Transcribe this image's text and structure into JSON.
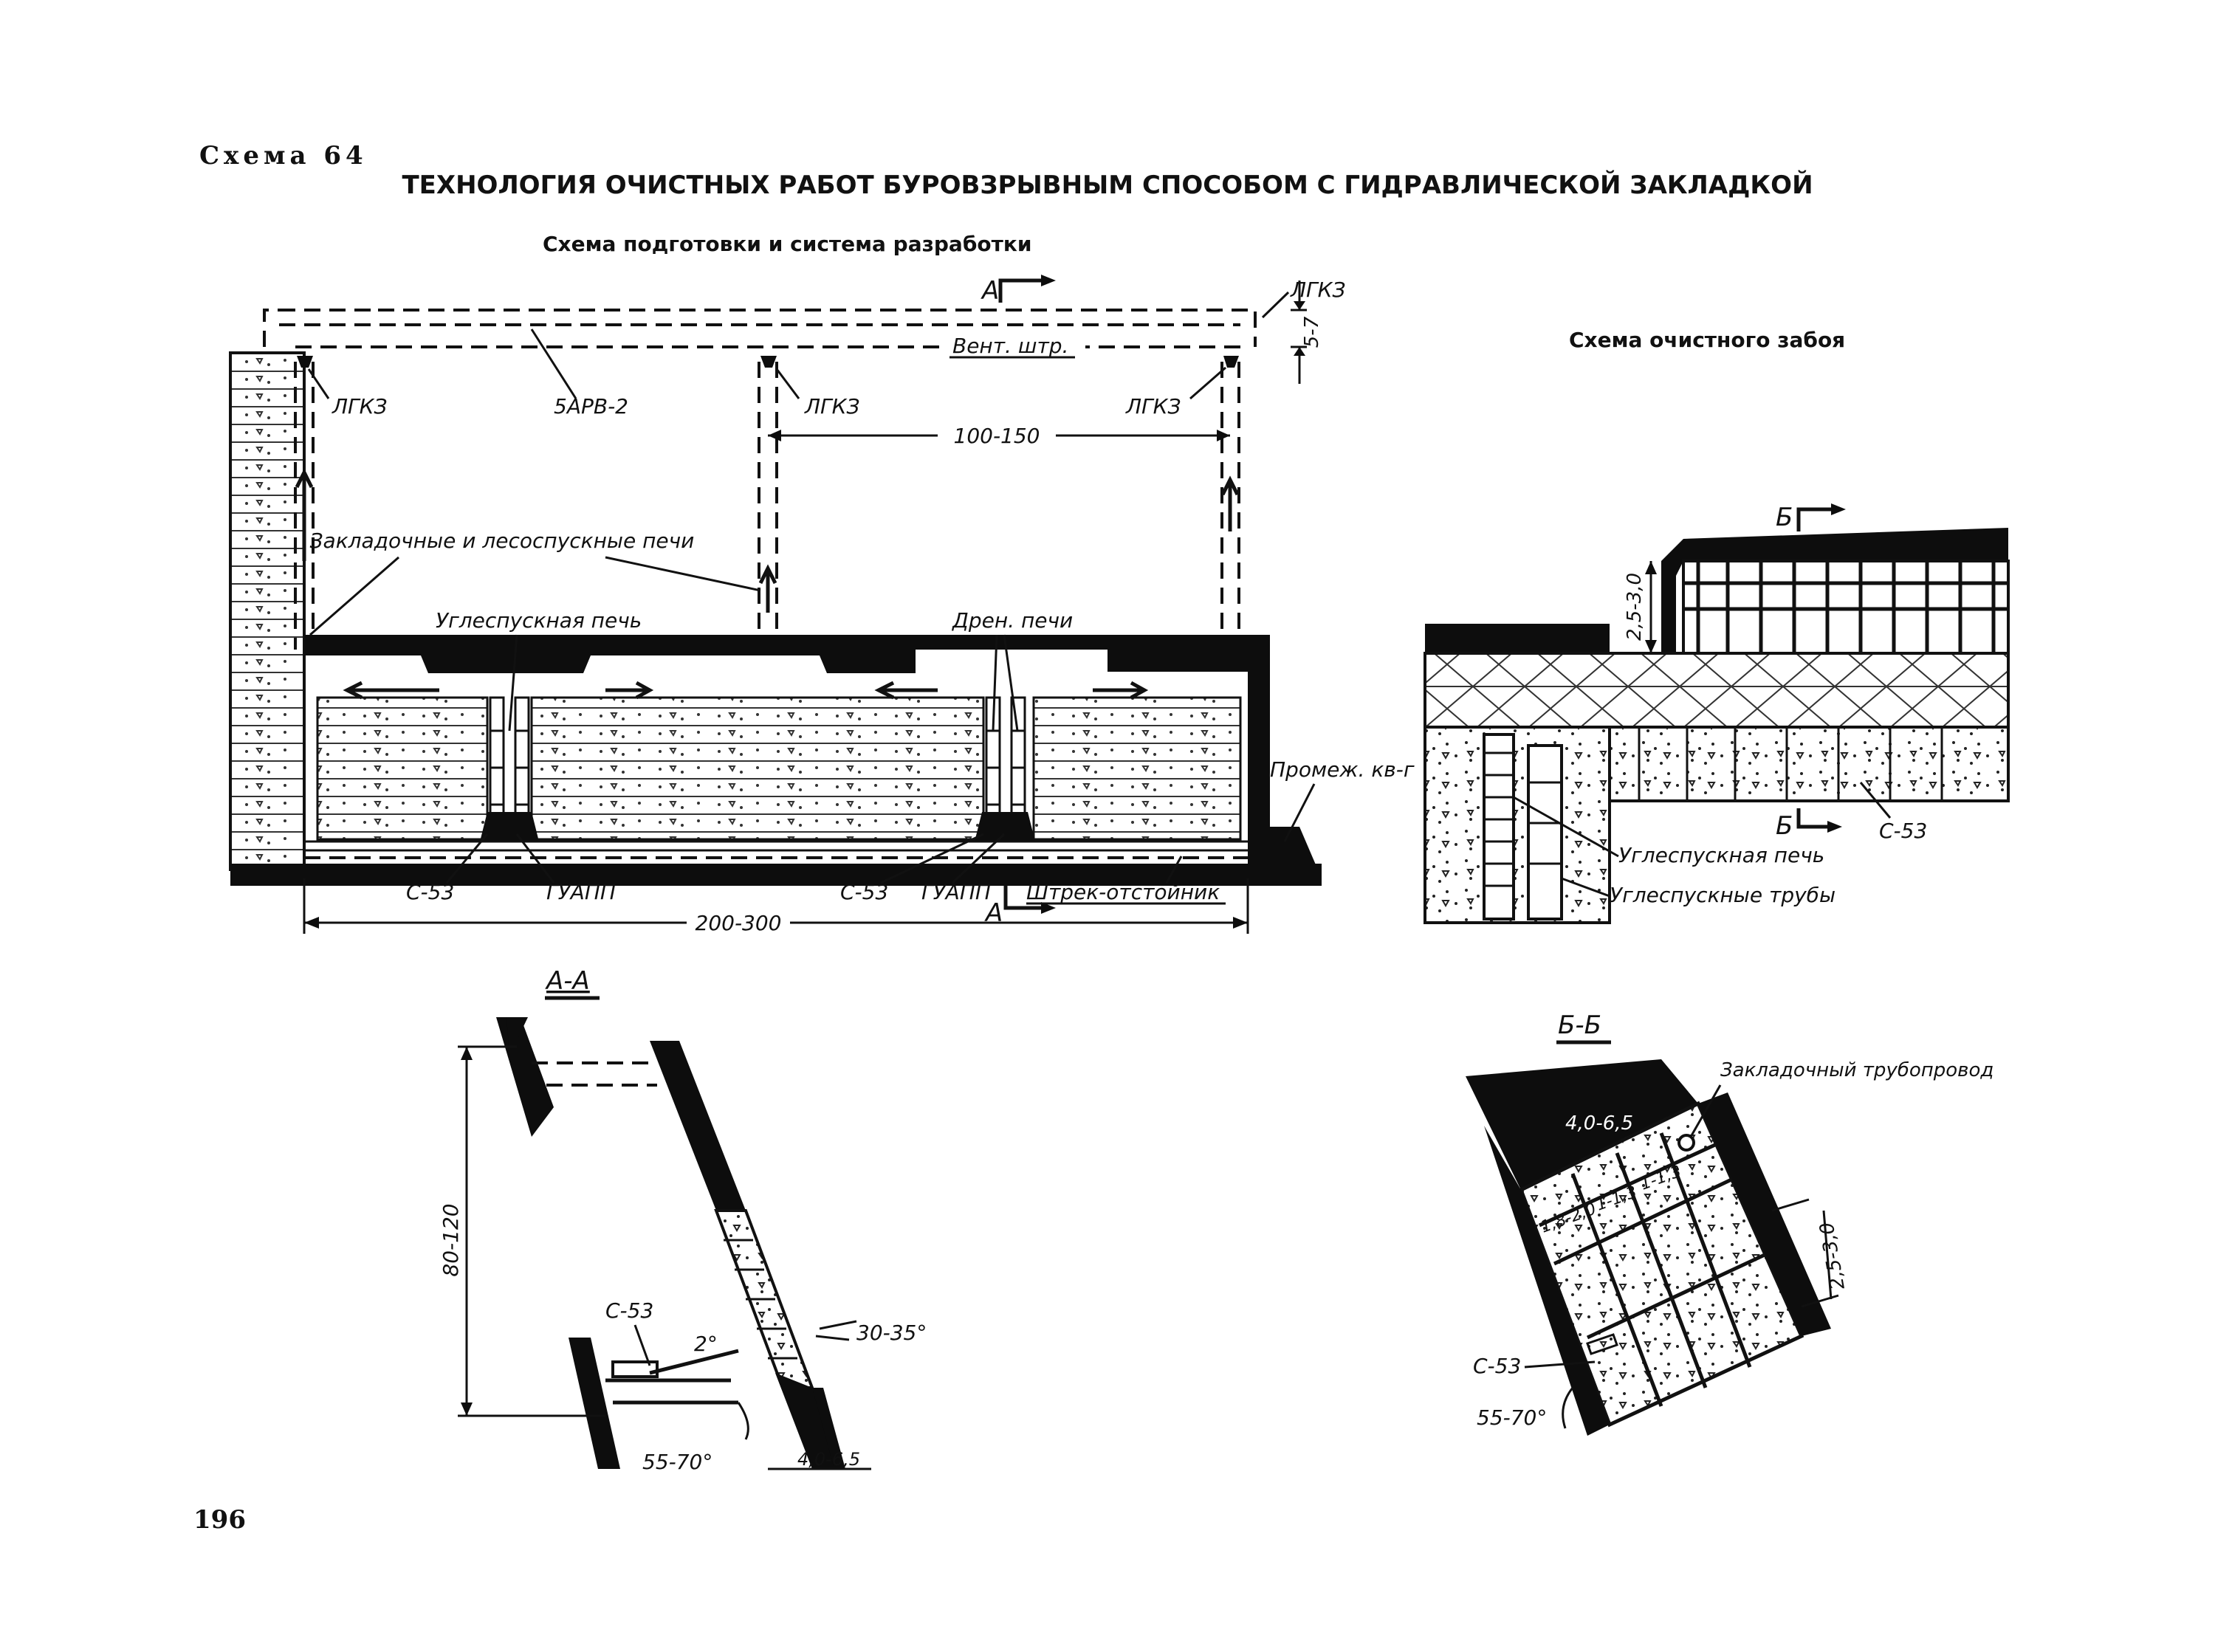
{
  "header": {
    "scheme_number": "Схема 64",
    "title": "ТЕХНОЛОГИЯ ОЧИСТНЫХ РАБОТ БУРОВЗРЫВНЫМ СПОСОБОМ С ГИДРАВЛИЧЕСКОЙ ЗАКЛАДКОЙ",
    "subtitle_plan": "Схема подготовки и система разработки",
    "subtitle_face": "Схема очистного забоя",
    "page_number": "196"
  },
  "plan": {
    "section_a_top": "А",
    "section_a_bottom": "А",
    "lgkz_top_right": "ЛГКЗ",
    "lgkz_1": "ЛГКЗ",
    "lgkz_2": "ЛГКЗ",
    "lgkz_3": "ЛГКЗ",
    "vent_drift": "Вент. штр.",
    "fan": "5АРВ-2",
    "dim_5_7": "5-7",
    "dim_100_150": "100-150",
    "fill_chutes": "Закладочные и лесоспускные печи",
    "coal_chute": "Углеспускная печь",
    "drain_chutes": "Дрен. печи",
    "intermediate_drift": "Промеж. кв-г",
    "s53_1": "С-53",
    "guapp_1": "ГУАПП",
    "s53_2": "С-53",
    "guapp_2": "ГУАПП",
    "settling_drift": "Штрек-отстойник",
    "dim_200_300": "200-300"
  },
  "face": {
    "section_b_top": "Б",
    "section_b_bottom": "Б",
    "dim_2_5_3_0": "2,5-3,0",
    "s53": "С-53",
    "coal_chute": "Углеспускная печь",
    "coal_pipes": "Углеспускные трубы"
  },
  "section_aa": {
    "label": "А-А",
    "dim_80_120": "80-120",
    "s53": "С-53",
    "angle_2": "2°",
    "angle_30_35": "30-35°",
    "angle_55_70": "55-70°",
    "dim_4_0_6_5": "4,0-6,5"
  },
  "section_bb": {
    "label": "Б-Б",
    "fill_pipeline": "Закладочный трубопровод",
    "dim_4_0_6_5": "4,0-6,5",
    "dim_1_8_2_0": "1,8-2,0",
    "dim_1_13_a": "1-1,3",
    "dim_1_13_b": "1-1,3",
    "dim_2_5_3_0": "2,5-3,0",
    "s53": "С-53",
    "angle_55_70": "55-70°"
  }
}
